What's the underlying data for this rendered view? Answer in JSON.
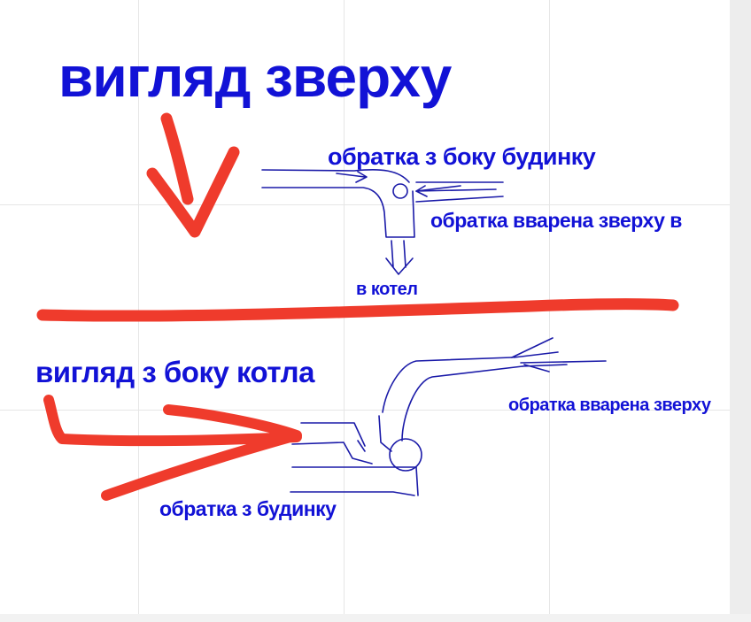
{
  "title": "вигляд зверху",
  "side_title": "вигляд з боку котла",
  "labels": {
    "return_house_side": "обратка з боку будинку",
    "return_welded_top_1": "обратка вварена зверху в",
    "to_boiler": "в котел",
    "return_welded_top_2": "обратка вварена зверху",
    "return_from_house": "обратка з будинку"
  },
  "colors": {
    "text": "#1212d6",
    "pipe_stroke": "#1a1aa8",
    "marker": "#ef3b2c",
    "grid": "#e6e6e6"
  }
}
